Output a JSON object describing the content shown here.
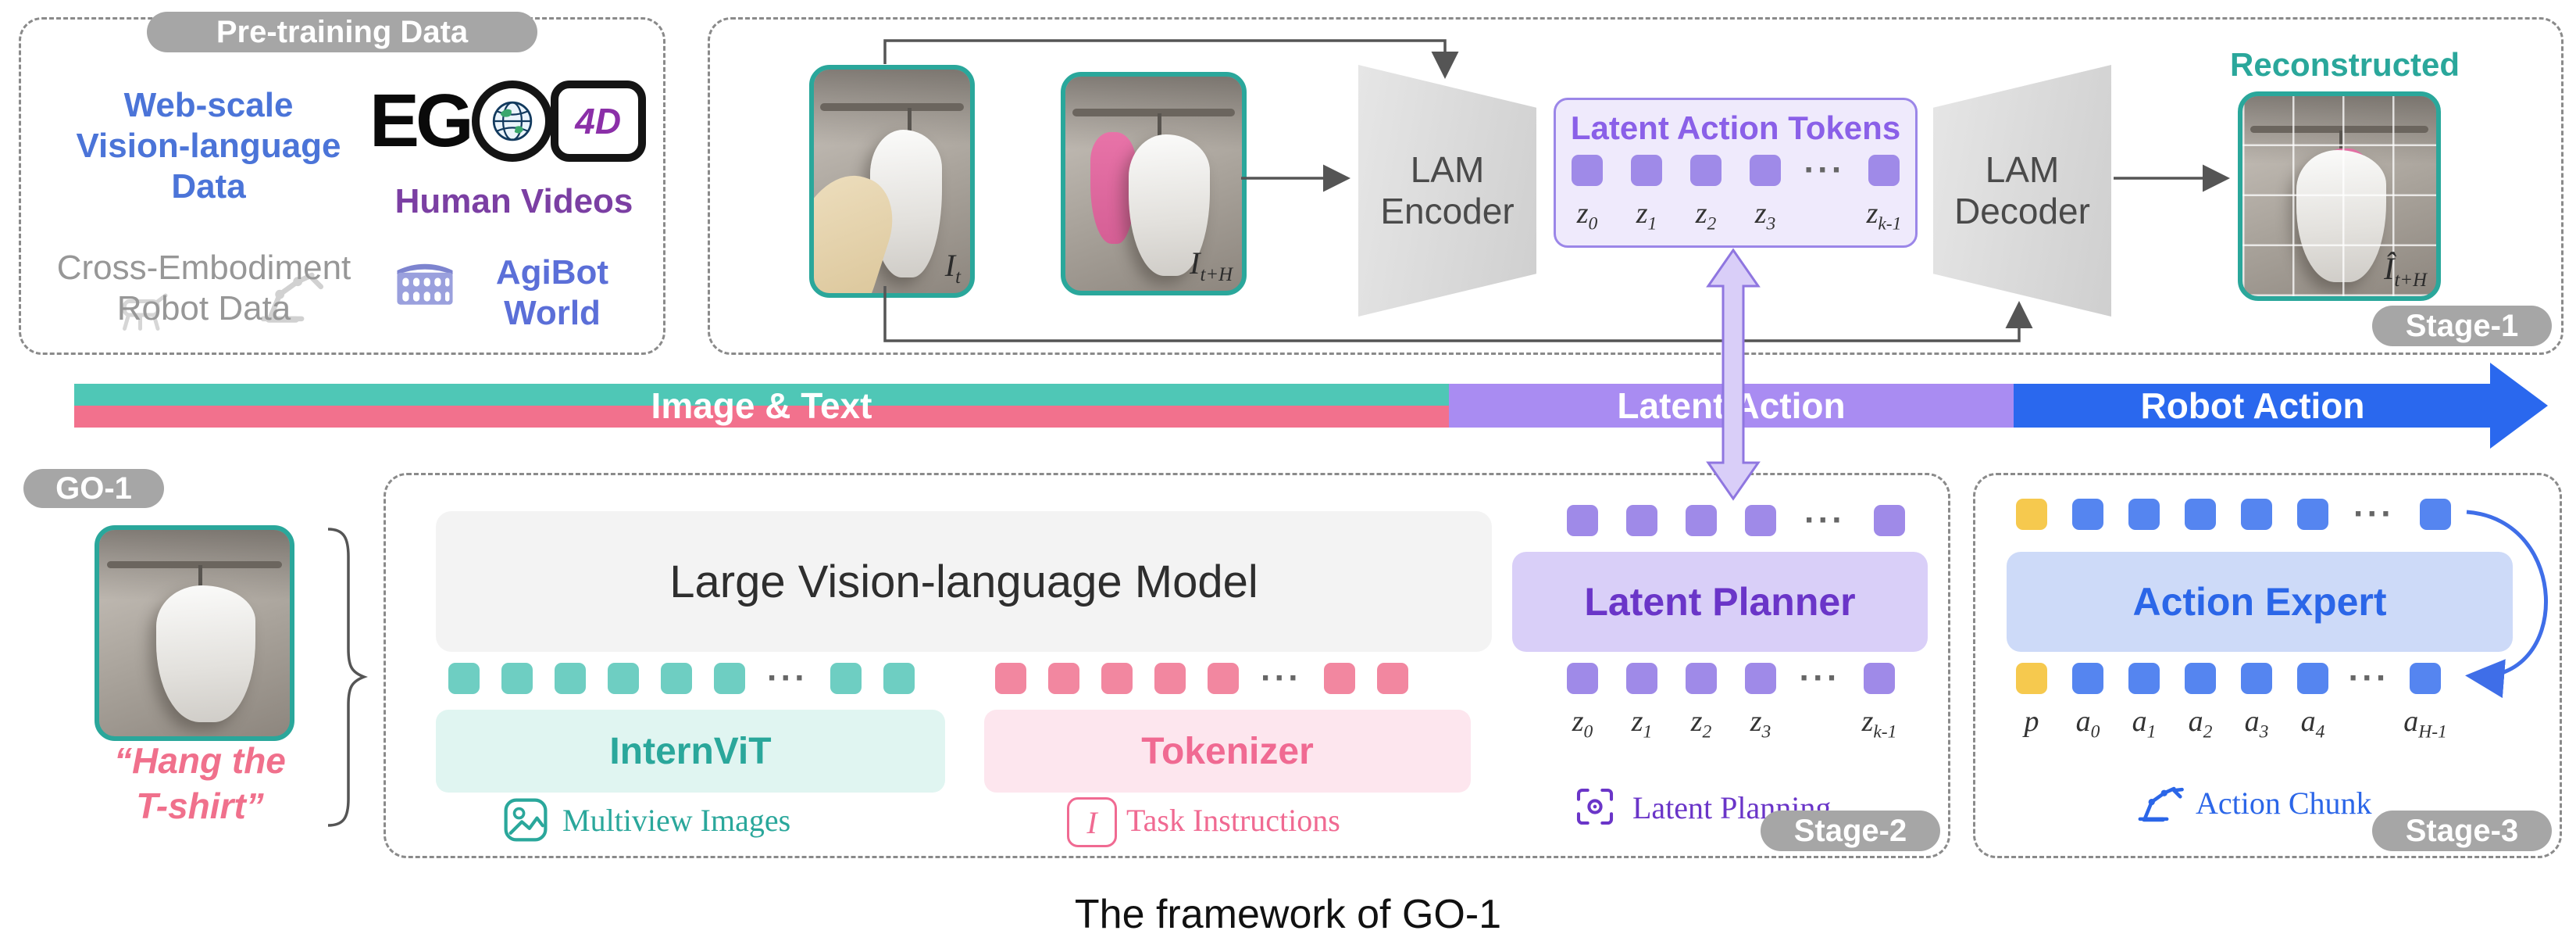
{
  "ellipsis": "···",
  "caption": "The framework of GO-1",
  "pretraining": {
    "title": "Pre-training Data",
    "web_scale": "Web-scale\nVision-language\nData",
    "ego_prefix": "EG",
    "ego_suffix": "4D",
    "human_videos": "Human Videos",
    "cross_embodiment": "Cross-Embodiment\nRobot Data",
    "agibot": "AgiBot\nWorld"
  },
  "stage1": {
    "badge": "Stage-1",
    "encoder": "LAM\nEncoder",
    "decoder": "LAM\nDecoder",
    "tokens_title": "Latent Action Tokens",
    "reconstructed": "Reconstructed",
    "img1_label": {
      "base": "I",
      "sub": "t"
    },
    "img2_label": {
      "base": "I",
      "sub": "t+H"
    },
    "recon_label": {
      "base": "Î",
      "sub": "t+H"
    },
    "token_labels": [
      {
        "base": "z",
        "sub": "0"
      },
      {
        "base": "z",
        "sub": "1"
      },
      {
        "base": "z",
        "sub": "2"
      },
      {
        "base": "z",
        "sub": "3"
      },
      {
        "base": "z",
        "sub": "k-1"
      }
    ]
  },
  "flowbar": {
    "image_text": "Image & Text",
    "latent_action": "Latent Action",
    "robot_action": "Robot Action"
  },
  "go1": {
    "badge": "GO-1",
    "instruction": "“Hang the\nT-shirt”"
  },
  "stage2": {
    "badge": "Stage-2",
    "vlm": "Large Vision-language Model",
    "internvit": "InternViT",
    "tokenizer": "Tokenizer",
    "multiview": "Multiview Images",
    "task_instructions": "Task Instructions",
    "planner": "Latent Planner",
    "planning": "Latent Planning",
    "task_icon_glyph": "I",
    "token_labels": [
      {
        "base": "z",
        "sub": "0"
      },
      {
        "base": "z",
        "sub": "1"
      },
      {
        "base": "z",
        "sub": "2"
      },
      {
        "base": "z",
        "sub": "3"
      },
      {
        "base": "z",
        "sub": "k-1"
      }
    ]
  },
  "stage3": {
    "badge": "Stage-3",
    "expert": "Action Expert",
    "chunk": "Action Chunk",
    "token_labels": [
      {
        "base": "p",
        "sub": ""
      },
      {
        "base": "a",
        "sub": "0"
      },
      {
        "base": "a",
        "sub": "1"
      },
      {
        "base": "a",
        "sub": "2"
      },
      {
        "base": "a",
        "sub": "3"
      },
      {
        "base": "a",
        "sub": "4"
      },
      {
        "base": "a",
        "sub": "H-1"
      }
    ]
  }
}
